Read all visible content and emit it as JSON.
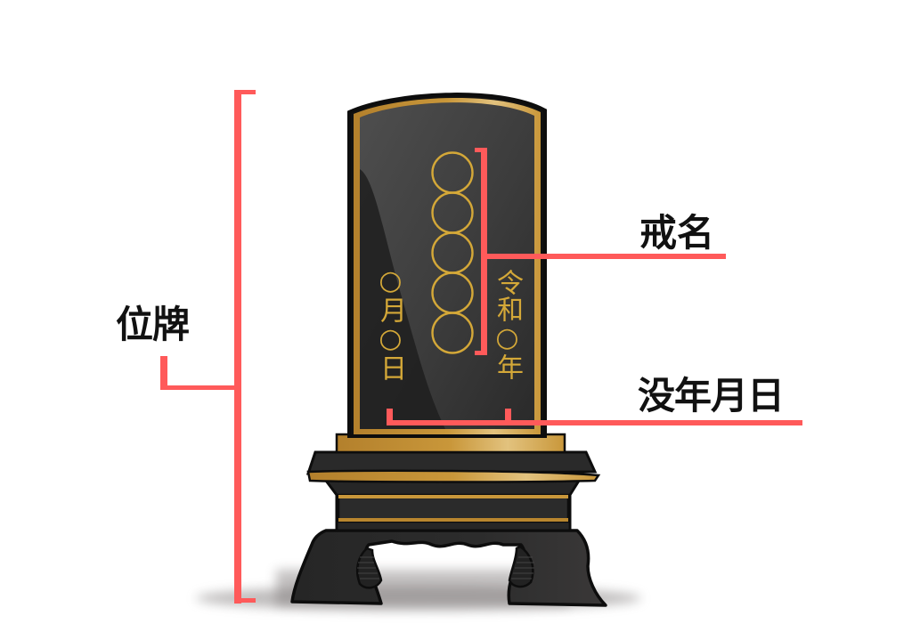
{
  "diagram": {
    "labels": {
      "ihai": "位牌",
      "kaimyo": "戒名",
      "botsunengappi": "没年月日"
    },
    "tablet_inscription": {
      "posthumous_name_placeholder": "○○○○○",
      "month_day": "○月○日",
      "era_year": "令和○年"
    },
    "colors": {
      "bracket": "#ff5a5a",
      "tablet_body": "#3a3a3a",
      "gold": "#c9973a",
      "gold_light": "#e2c27e",
      "outline": "#111111",
      "label_text": "#111111"
    }
  }
}
